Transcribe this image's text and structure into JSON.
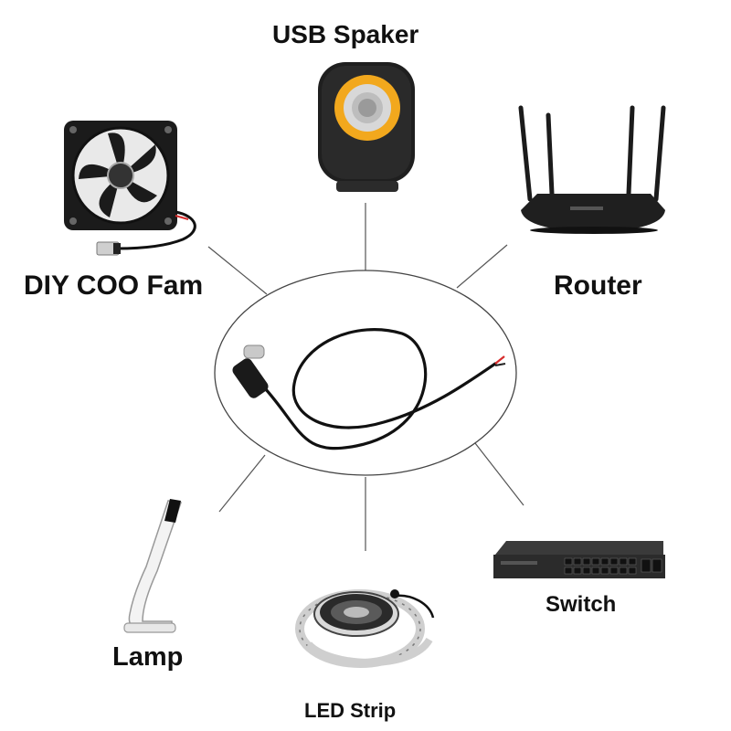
{
  "labels": {
    "speaker": "USB Spaker",
    "fan": "DIY COO Fam",
    "router": "Router",
    "switch": "Switch",
    "lamp": "Lamp",
    "led_strip": "LED Strip"
  },
  "icons": {
    "center": "usb-c-cable-icon",
    "speaker": "usb-speaker-icon",
    "fan": "cooling-fan-icon",
    "router": "router-icon",
    "switch": "network-switch-icon",
    "lamp": "desk-lamp-icon",
    "led_strip": "led-strip-icon"
  },
  "colors": {
    "accent_speaker": "#f2a81d",
    "line": "#555555",
    "wire_red": "#d62b2b"
  }
}
